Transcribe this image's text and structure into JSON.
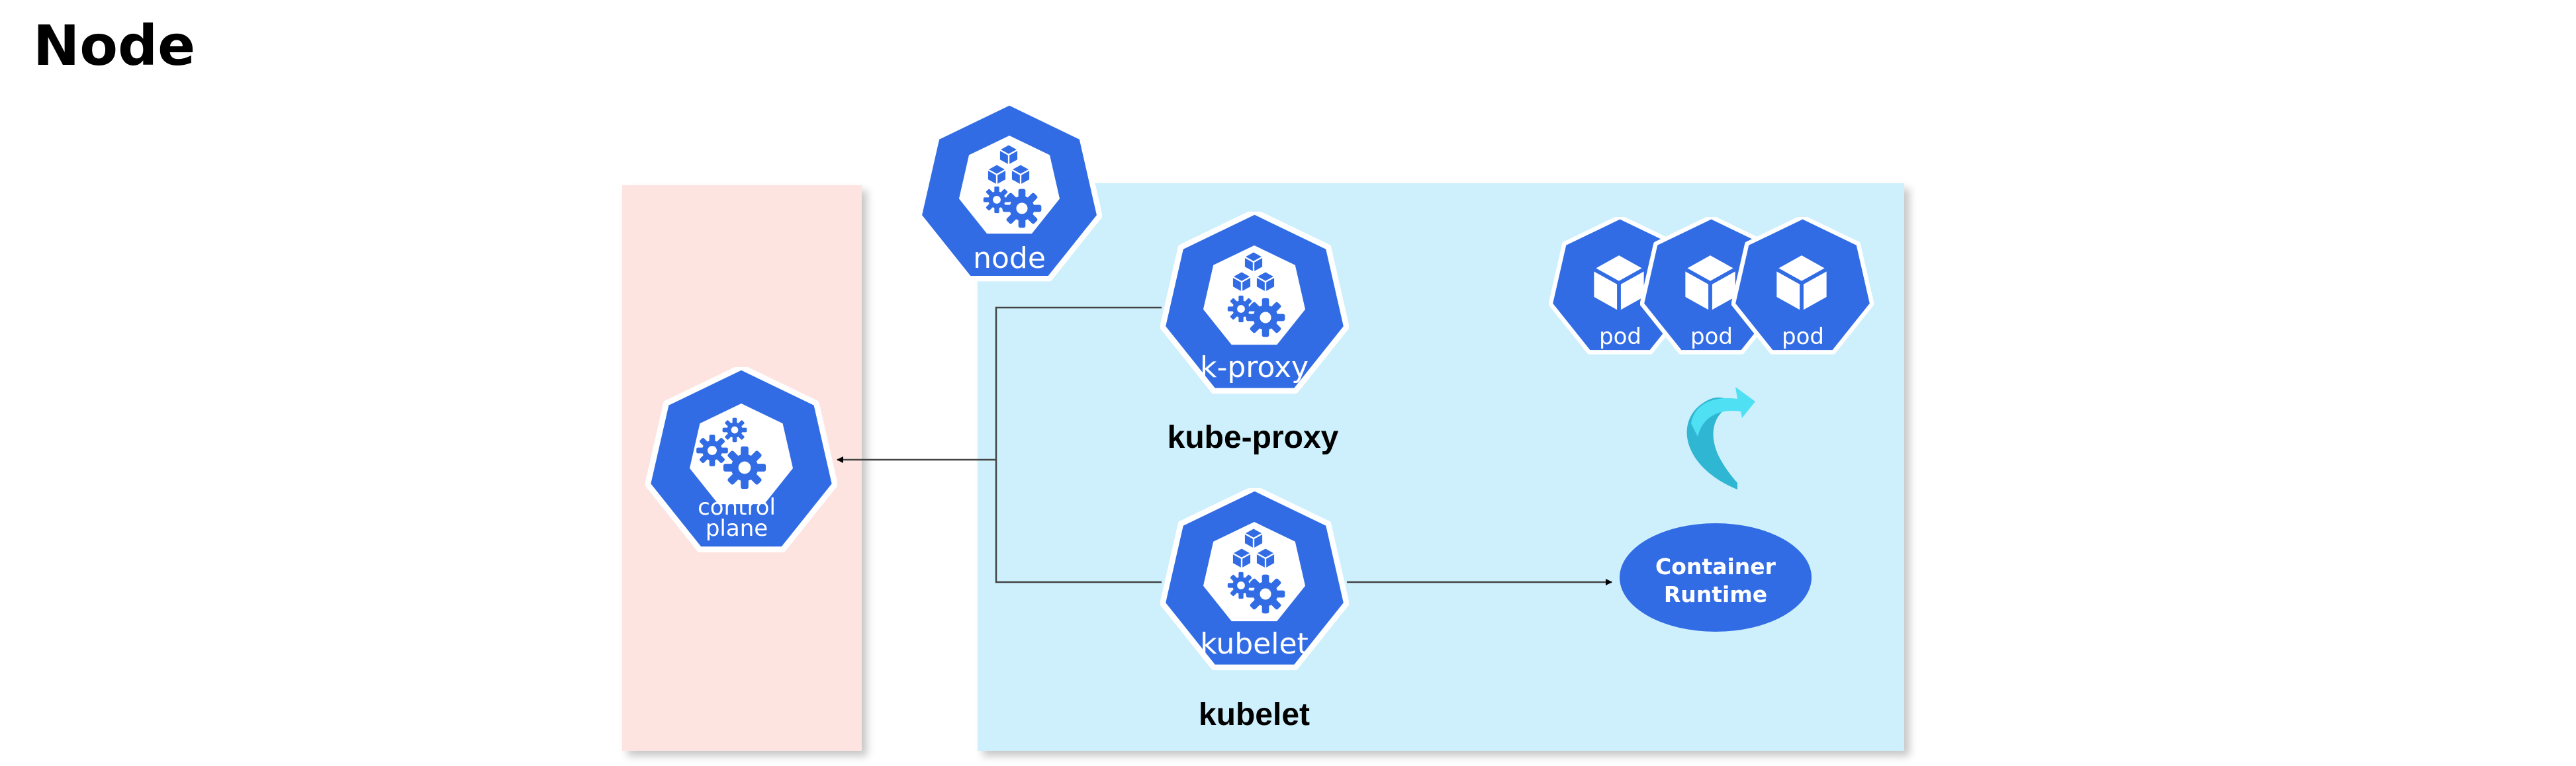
{
  "page_title": "Node",
  "colors": {
    "k8s_blue": "#326ce5",
    "control_plane_bg": "#fde4e1",
    "node_bg": "#cdf0fc",
    "cycle_arrow": "#45d0ea",
    "connector": "#444444"
  },
  "icons": {
    "control_plane": "control-plane-icon",
    "node": "node-icon",
    "kube_proxy": "kube-proxy-icon",
    "kubelet": "kubelet-icon",
    "pod": "pod-icon",
    "cycle": "curved-arrow-icon"
  },
  "control_plane": {
    "label_line1": "control",
    "label_line2": "plane"
  },
  "node": {
    "label": "node"
  },
  "kube_proxy": {
    "icon_label": "k-proxy",
    "caption": "kube-proxy"
  },
  "kubelet": {
    "icon_label": "kubelet",
    "caption": "kubelet"
  },
  "pods": [
    {
      "label": "pod"
    },
    {
      "label": "pod"
    },
    {
      "label": "pod"
    }
  ],
  "container_runtime": {
    "line1": "Container",
    "line2": "Runtime"
  }
}
